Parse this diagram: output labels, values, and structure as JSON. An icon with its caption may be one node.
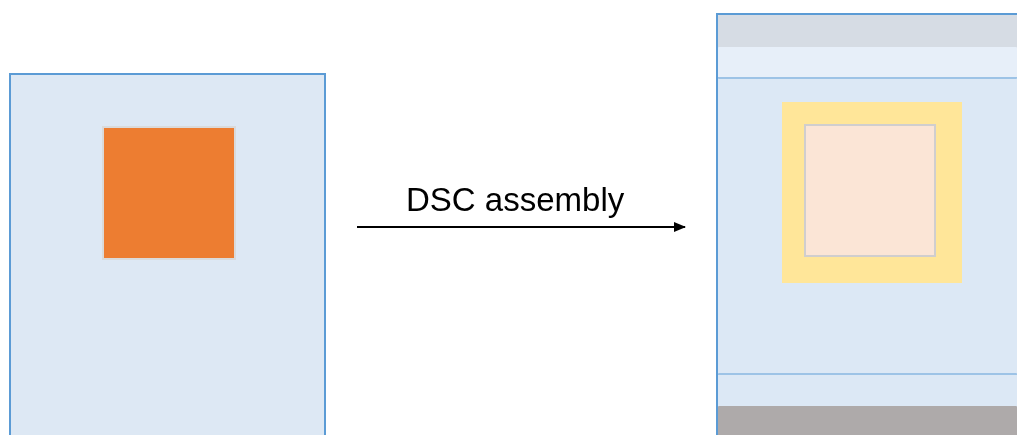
{
  "diagram": {
    "nodes": [
      {
        "text": [],
        "shape": "box"
      },
      {
        "text": [],
        "shape": "box",
        "in": 0
      },
      {
        "text": [],
        "shape": "box"
      },
      {
        "text": [],
        "shape": "bar",
        "in": 2
      },
      {
        "text": [],
        "shape": "bar",
        "in": 2
      },
      {
        "text": [],
        "shape": "box",
        "in": 2
      },
      {
        "text": [],
        "shape": "box",
        "in": 5
      },
      {
        "text": [],
        "shape": "bar",
        "in": 2
      },
      {
        "text": [],
        "shape": "bar",
        "in": 2
      }
    ],
    "edges": [
      {
        "from": 0,
        "to": 2,
        "arrow": "to",
        "label": "DSC assembly"
      }
    ]
  }
}
